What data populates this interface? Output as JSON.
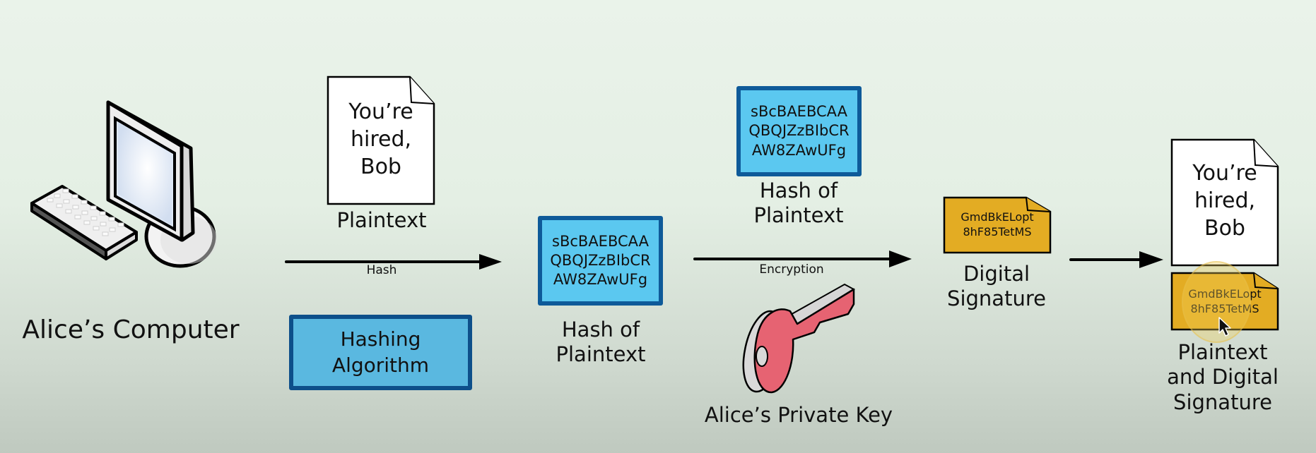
{
  "colors": {
    "hash_fill": "#5bc8f0",
    "hash_border": "#0e5a99",
    "signature_fill": "#e3ac23",
    "key_fill": "#e66372",
    "arrow": "#000000"
  },
  "computer": {
    "icon": "computer-icon",
    "label": "Alice’s Computer"
  },
  "plaintext_doc": {
    "lines": [
      "You’re",
      "hired,",
      "Bob"
    ],
    "label": "Plaintext"
  },
  "hash_arrow": {
    "label": "Hash"
  },
  "hashing_algorithm": {
    "lines": [
      "Hashing",
      "Algorithm"
    ]
  },
  "hash_result": {
    "lines": [
      "sBcBAEBCAA",
      "QBQJZzBIbCR",
      "AW8ZAwUFg"
    ],
    "label_lines": [
      "Hash of",
      "Plaintext"
    ]
  },
  "hash_input": {
    "lines": [
      "sBcBAEBCAA",
      "QBQJZzBIbCR",
      "AW8ZAwUFg"
    ],
    "label_lines": [
      "Hash of",
      "Plaintext"
    ]
  },
  "encryption_arrow": {
    "label": "Encryption"
  },
  "private_key": {
    "icon": "key-icon",
    "label": "Alice’s Private Key"
  },
  "digital_signature": {
    "lines": [
      "GmdBkELopt",
      "8hF85TetMS"
    ],
    "label_lines": [
      "Digital",
      "Signature"
    ]
  },
  "final_bundle": {
    "doc_lines": [
      "You’re",
      "hired,",
      "Bob"
    ],
    "sig_lines": [
      "GmdBkELopt",
      "8hF85TetMS"
    ],
    "label_lines": [
      "Plaintext",
      "and Digital",
      "Signature"
    ]
  },
  "cursor": {
    "icon": "mouse-cursor-icon"
  }
}
